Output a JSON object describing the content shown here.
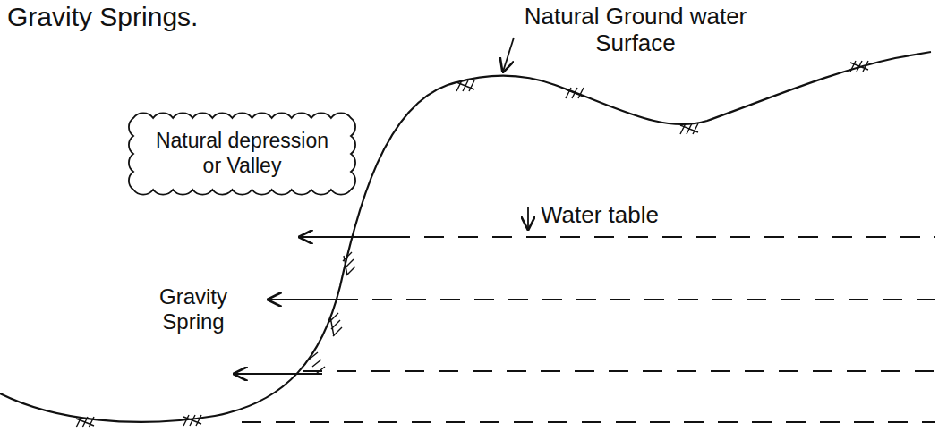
{
  "diagram": {
    "title": "Gravity Springs.",
    "nodes": [
      {
        "text": [
          "Natural depression or Valley"
        ]
      }
    ],
    "labels": [
      "Natural Ground water Surface",
      "Water table",
      "Gravity Spring"
    ]
  }
}
